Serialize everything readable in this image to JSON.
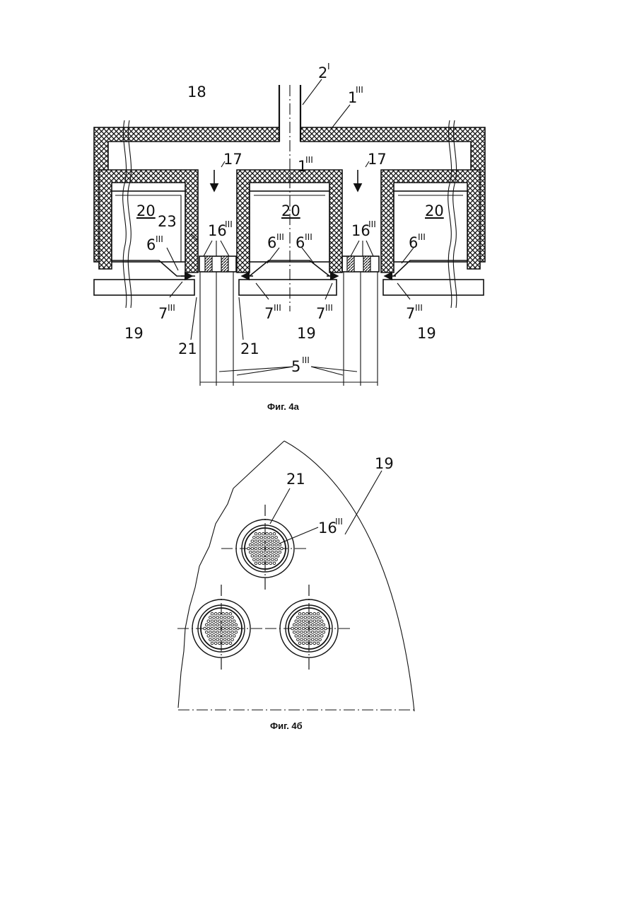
{
  "figure_a": {
    "caption": "Фиг. 4а",
    "labels": {
      "l18": "18",
      "l2": "2",
      "l2_sup": "I",
      "l1_top": "1",
      "l1_top_sup": "III",
      "l1_mid": "1",
      "l1_mid_sup": "III",
      "l17_left": "17",
      "l17_right": "17",
      "l20_left": "20",
      "l20_mid": "20",
      "l20_right": "20",
      "l23": "23",
      "l16_left": "16",
      "l16_left_sup": "III",
      "l16_right": "16",
      "l16_right_sup": "III",
      "l6_1": "6",
      "l6_2": "6",
      "l6_3": "6",
      "l6_4": "6",
      "l6_sup": "III",
      "l7_1": "7",
      "l7_2": "7",
      "l7_3": "7",
      "l7_4": "7",
      "l7_sup": "III",
      "l19_1": "19",
      "l19_2": "19",
      "l19_3": "19",
      "l21_1": "21",
      "l21_2": "21",
      "l5": "5",
      "l5_sup": "III"
    }
  },
  "figure_b": {
    "caption": "Фиг. 4б",
    "labels": {
      "l19": "19",
      "l21": "21",
      "l16": "16",
      "l16_sup": "III"
    }
  }
}
